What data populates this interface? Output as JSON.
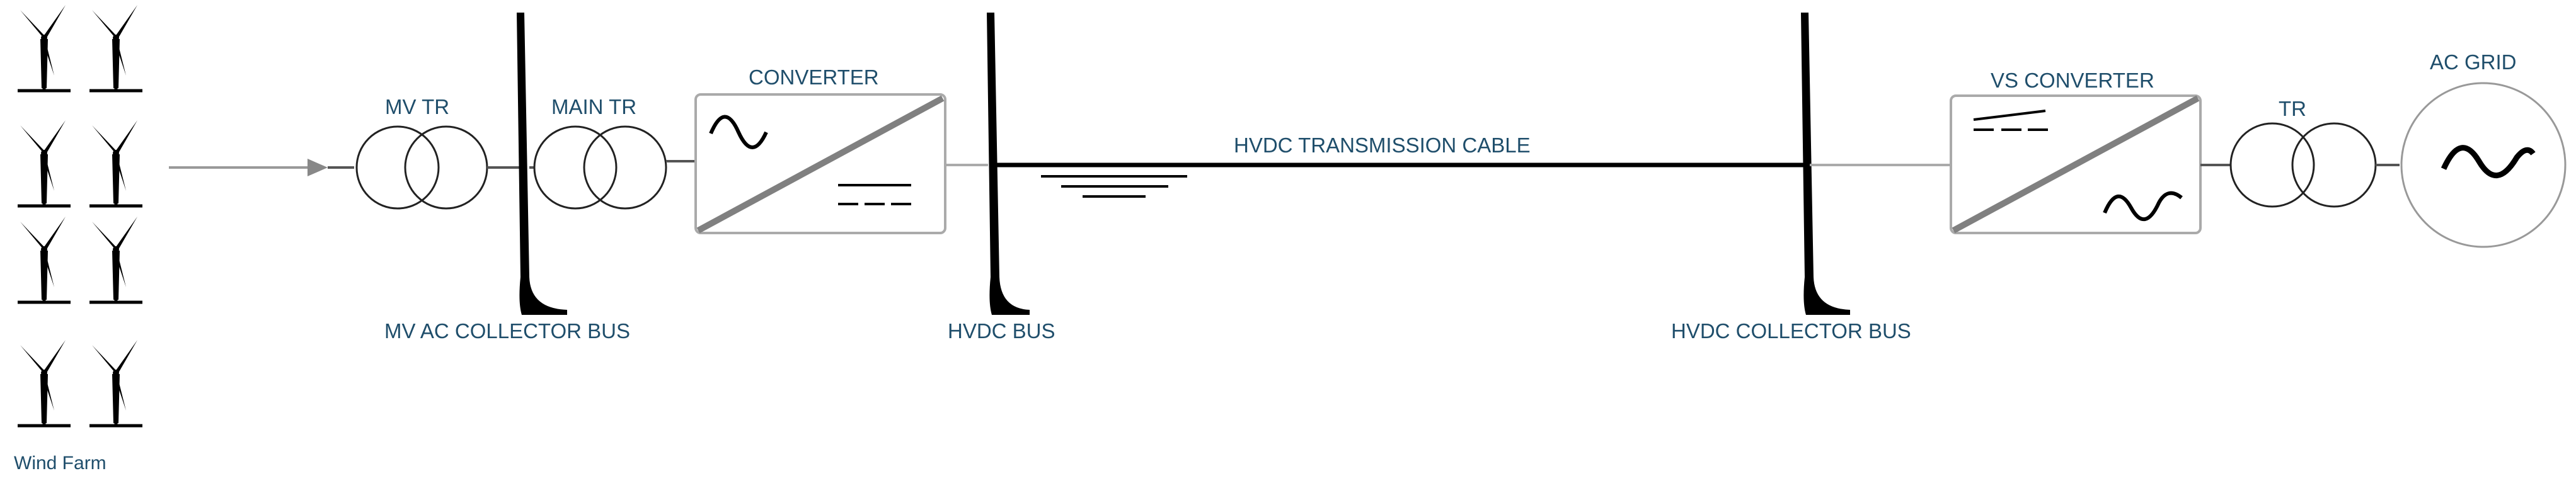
{
  "diagram": {
    "labels": {
      "mv_tr": "MV TR",
      "main_tr": "MAIN TR",
      "converter": "CONVERTER",
      "mv_ac_collector_bus": "MV AC COLLECTOR BUS",
      "hvdc_bus": "HVDC BUS",
      "hvdc_transmission_cable": "HVDC TRANSMISSION CABLE",
      "hvdc_collector_bus": "HVDC COLLECTOR BUS",
      "vs_converter": "VS CONVERTER",
      "tr": "TR",
      "ac_grid": "AC GRID",
      "wind_farm": "Wind Farm"
    },
    "colors": {
      "label": "#1f4e6b",
      "line": "#555555",
      "thin_line": "#999999",
      "bus": "#000000",
      "box_stroke": "#aaaaaa",
      "diagonal": "#808080"
    }
  }
}
